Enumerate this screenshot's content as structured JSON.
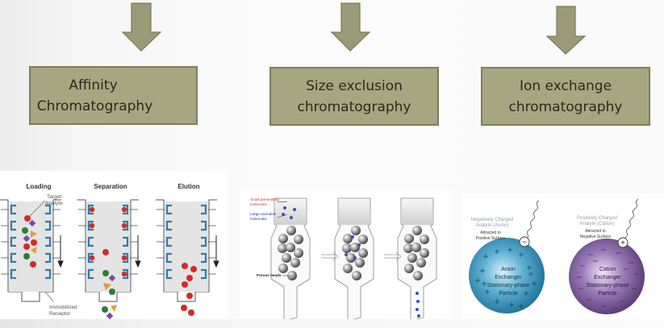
{
  "boxes": [
    {
      "line1": "Affinity",
      "line2": "Chromatography"
    },
    {
      "line1": "Size exclusion",
      "line2": "chromatography"
    },
    {
      "line1": "Ion exchange",
      "line2": "chromatography"
    }
  ],
  "colors": {
    "box_fill": "#a7a680",
    "box_border": "#7d7c5e",
    "arrow_fill": "#9b9a78",
    "anion_sphere": "#3a8fb5",
    "cation_sphere": "#7a5a9a"
  },
  "affinity_figure": {
    "stages": [
      "Loading",
      "Separation",
      "Elution"
    ],
    "label_target": [
      "Target",
      "Analyte"
    ],
    "label_receptor": [
      "Immobilized",
      "Receptor"
    ]
  },
  "sec_figure": {
    "label_small": [
      "Small permeating",
      "molecules"
    ],
    "label_large": [
      "Large excluded",
      "molecules"
    ],
    "label_beads": "Porous beads"
  },
  "ion_figure": {
    "anion": {
      "analyte": [
        "Negatively Charged",
        "Analyte (Anion)"
      ],
      "attracted": [
        "Attracted to",
        "Positive Surface"
      ],
      "charge": "−",
      "particle": [
        "Anion",
        "Exchanger",
        "Stationary-phase",
        "Particle"
      ]
    },
    "cation": {
      "analyte": [
        "Positively Charged",
        "Analyte (Cation)"
      ],
      "attracted": [
        "Attracted to",
        "Negative Surface"
      ],
      "charge": "+",
      "particle": [
        "Cation",
        "Exchanger",
        "Stationary-phase",
        "Particle"
      ]
    }
  }
}
